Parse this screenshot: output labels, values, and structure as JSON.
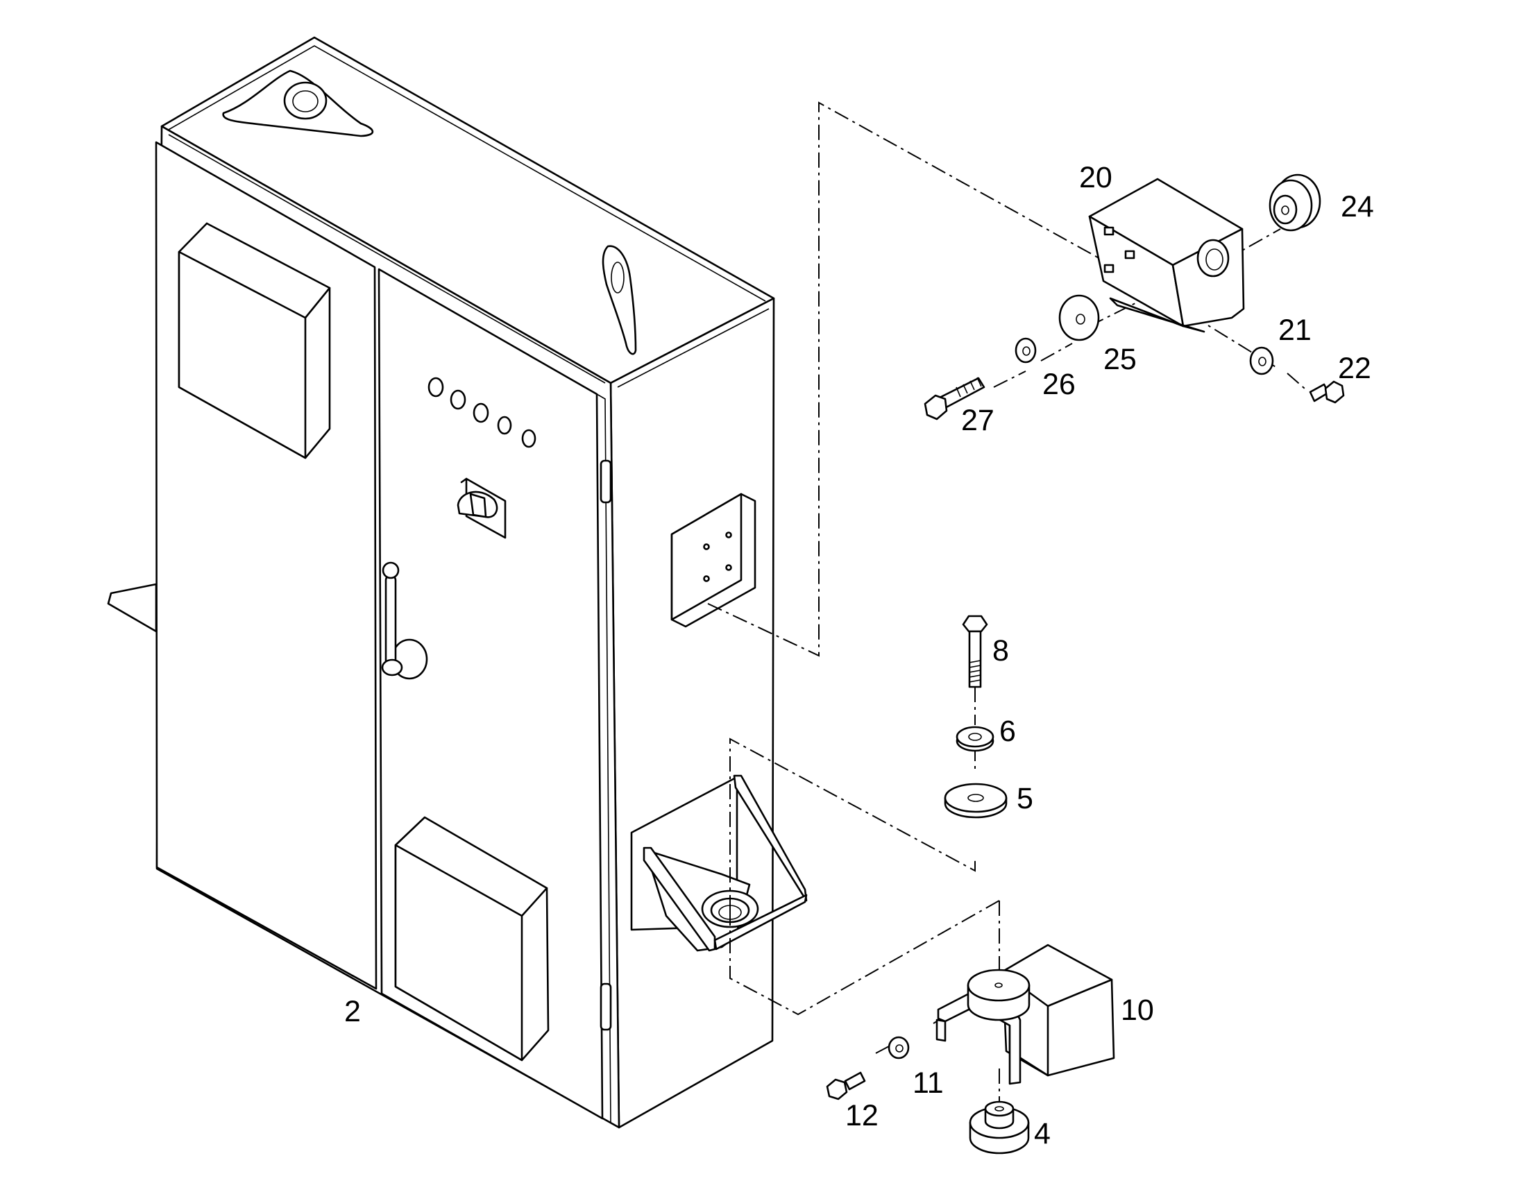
{
  "callouts": [
    {
      "id": "c2",
      "label": "2"
    },
    {
      "id": "c4",
      "label": "4"
    },
    {
      "id": "c5",
      "label": "5"
    },
    {
      "id": "c6",
      "label": "6"
    },
    {
      "id": "c8",
      "label": "8"
    },
    {
      "id": "c10",
      "label": "10"
    },
    {
      "id": "c11",
      "label": "11"
    },
    {
      "id": "c12",
      "label": "12"
    },
    {
      "id": "c20",
      "label": "20"
    },
    {
      "id": "c21",
      "label": "21"
    },
    {
      "id": "c22",
      "label": "22"
    },
    {
      "id": "c24",
      "label": "24"
    },
    {
      "id": "c25",
      "label": "25"
    },
    {
      "id": "c26",
      "label": "26"
    },
    {
      "id": "c27",
      "label": "27"
    }
  ]
}
